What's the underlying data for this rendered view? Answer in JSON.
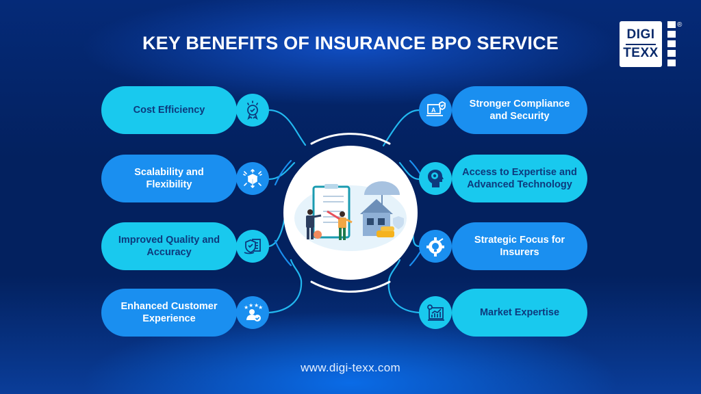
{
  "title": "KEY BENEFITS OF INSURANCE BPO SERVICE",
  "logo": {
    "line1": "DIGI",
    "line2": "TEXX",
    "registered": "®"
  },
  "footer": {
    "url": "www.digi-texx.com"
  },
  "colors": {
    "background": "#03215f",
    "pill_light": "#19c9ee",
    "pill_mid": "#1a8ff0",
    "text_dark": "#0d3a7d",
    "connector": "#22b8f0"
  },
  "left_items": [
    {
      "label": "Cost Efficiency",
      "icon": "award-badge-icon",
      "style": "light"
    },
    {
      "label": "Scalability and Flexibility",
      "icon": "scalable-box-icon",
      "style": "mid"
    },
    {
      "label": "Improved Quality and Accuracy",
      "icon": "shield-document-icon",
      "style": "light"
    },
    {
      "label": "Enhanced Customer Experience",
      "icon": "customer-rating-icon",
      "style": "mid"
    }
  ],
  "right_items": [
    {
      "label": "Stronger Compliance and Security",
      "icon": "secure-laptop-icon",
      "style": "mid"
    },
    {
      "label": "Access to Expertise and Advanced Technology",
      "icon": "gear-head-icon",
      "style": "light"
    },
    {
      "label": "Strategic Focus for Insurers",
      "icon": "strategy-gear-icon",
      "style": "mid"
    },
    {
      "label": "Market Expertise",
      "icon": "market-chart-icon",
      "style": "light"
    }
  ],
  "center_image": {
    "description": "insurance-illustration"
  }
}
